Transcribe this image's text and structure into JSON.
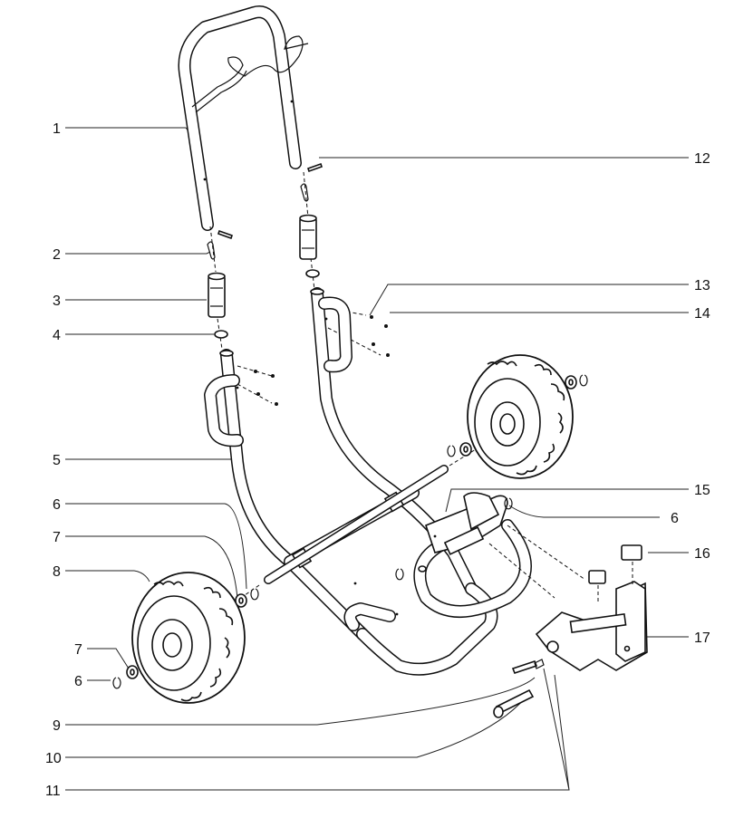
{
  "callouts": [
    {
      "id": "c1",
      "label": "1"
    },
    {
      "id": "c2",
      "label": "2"
    },
    {
      "id": "c3",
      "label": "3"
    },
    {
      "id": "c4",
      "label": "4"
    },
    {
      "id": "c5",
      "label": "5"
    },
    {
      "id": "c6a",
      "label": "6"
    },
    {
      "id": "c7a",
      "label": "7"
    },
    {
      "id": "c8",
      "label": "8"
    },
    {
      "id": "c7b",
      "label": "7"
    },
    {
      "id": "c6b",
      "label": "6"
    },
    {
      "id": "c9",
      "label": "9"
    },
    {
      "id": "c10",
      "label": "10"
    },
    {
      "id": "c11",
      "label": "11"
    },
    {
      "id": "c12",
      "label": "12"
    },
    {
      "id": "c13",
      "label": "13"
    },
    {
      "id": "c14",
      "label": "14"
    },
    {
      "id": "c15",
      "label": "15"
    },
    {
      "id": "c6c",
      "label": "6"
    },
    {
      "id": "c16",
      "label": "16"
    },
    {
      "id": "c17",
      "label": "17"
    }
  ]
}
